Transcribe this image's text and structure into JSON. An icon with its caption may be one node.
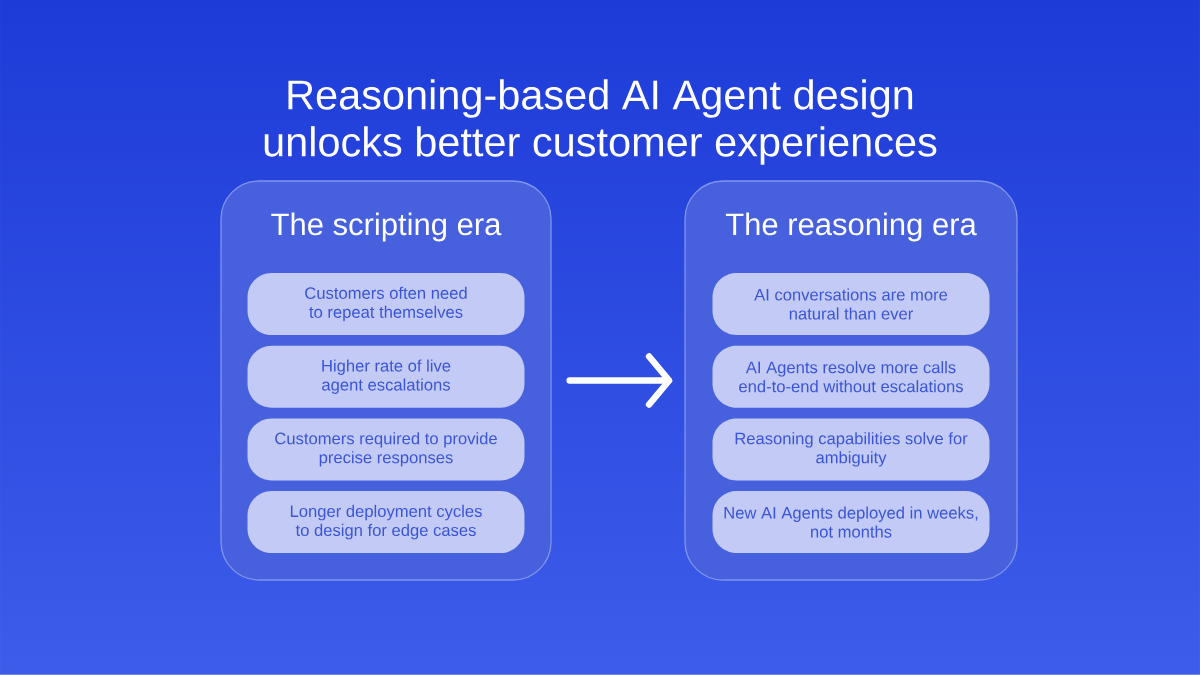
{
  "diagram": {
    "title": "Reasoning-based AI Agent design unlocks better customer experiences",
    "nodes": [
      {
        "text": [
          "The scripting era"
        ]
      },
      {
        "text": [
          "Customers often need to repeat themselves"
        ],
        "in": 0
      },
      {
        "text": [
          "Higher rate of live agent escalations"
        ],
        "in": 0
      },
      {
        "text": [
          "Customers required to provide precise responses"
        ],
        "in": 0
      },
      {
        "text": [
          "Longer deployment cycles to design for edge cases"
        ],
        "in": 0
      },
      {
        "text": [
          "The reasoning era"
        ]
      },
      {
        "text": [
          "AI conversations are more natural than ever"
        ],
        "in": 5
      },
      {
        "text": [
          "AI Agents resolve more calls end-to-end without escalations"
        ],
        "in": 5
      },
      {
        "text": [
          "Reasoning capabilities solve for ambiguity"
        ],
        "in": 5
      },
      {
        "text": [
          "New AI Agents deployed in weeks, not months"
        ],
        "in": 5
      }
    ],
    "edges": [
      {
        "from": 0,
        "to": 5,
        "arrow": "to"
      }
    ]
  }
}
